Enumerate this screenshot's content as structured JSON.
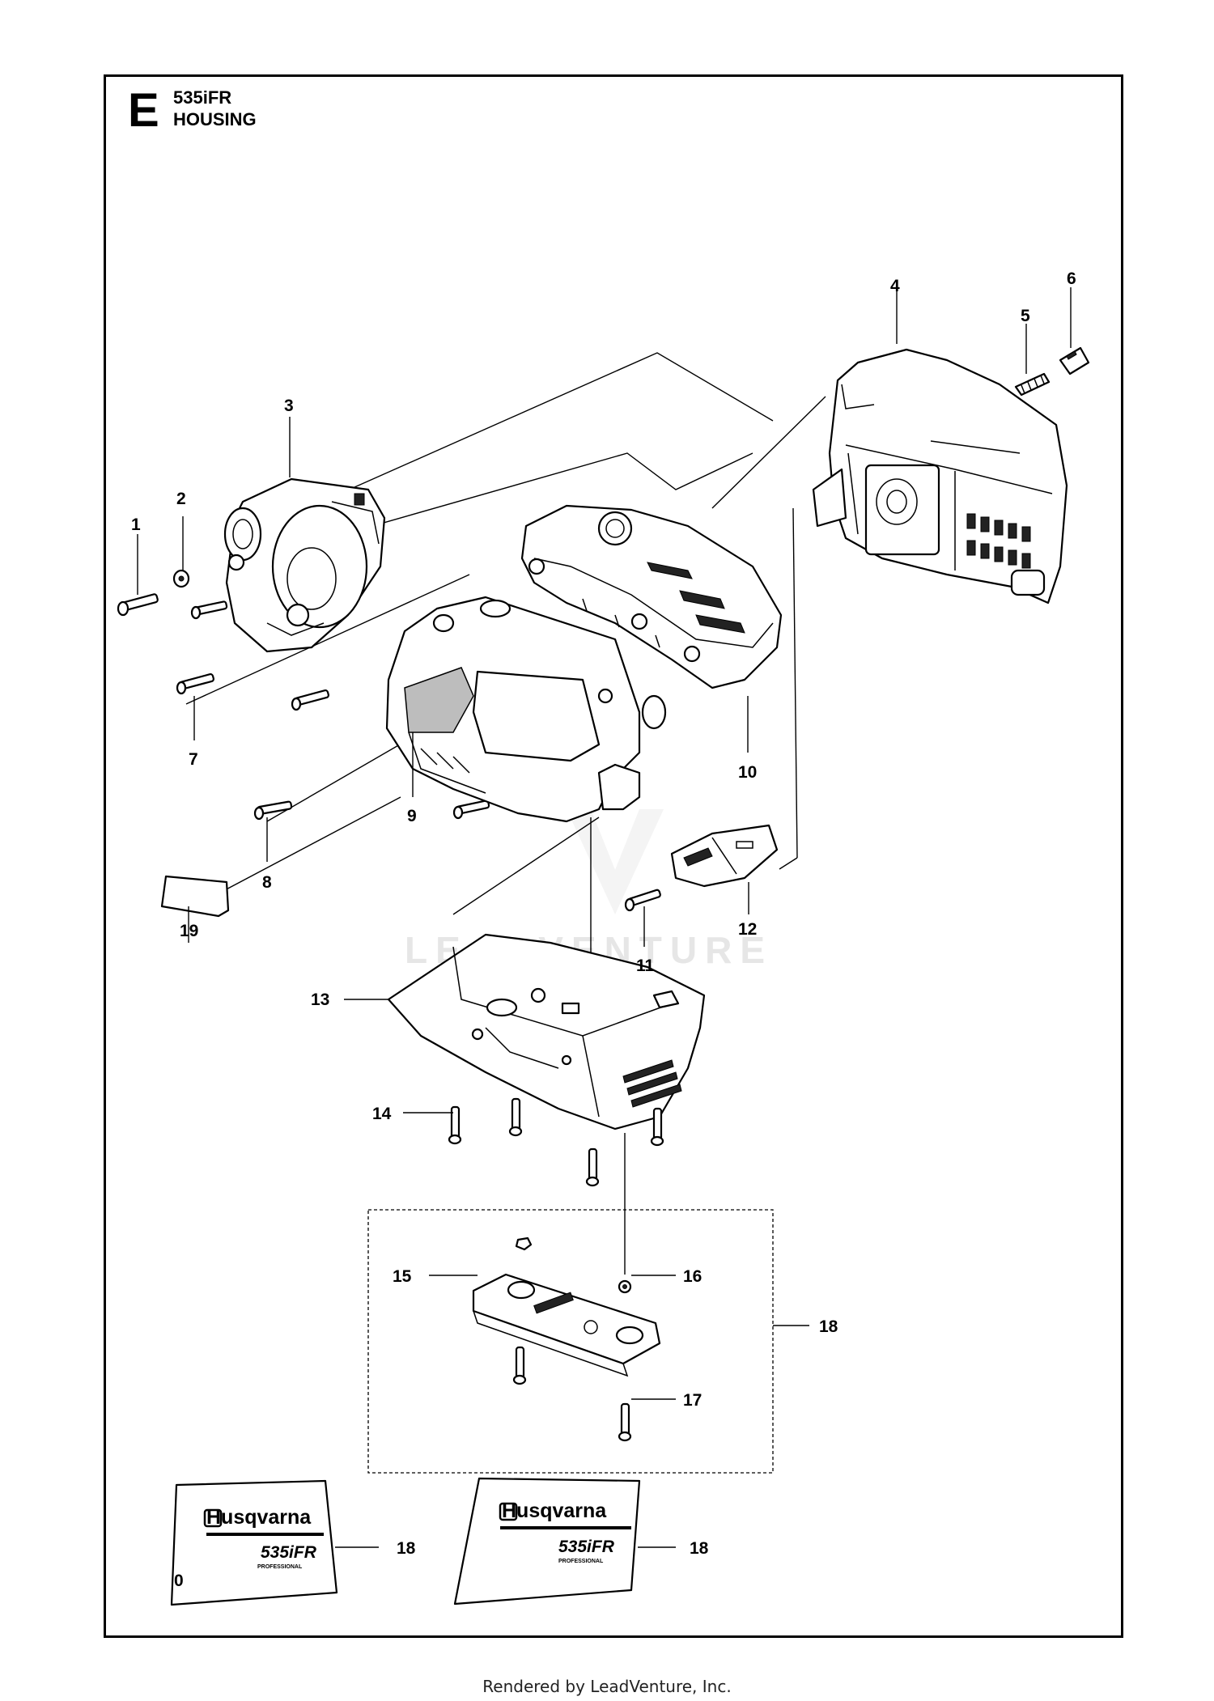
{
  "section_letter": "E",
  "title": {
    "model": "535iFR",
    "name": "HOUSING"
  },
  "watermark": "LEADVENTURE",
  "callouts": [
    "1",
    "2",
    "3",
    "4",
    "5",
    "6",
    "7",
    "8",
    "9",
    "10",
    "11",
    "12",
    "13",
    "14",
    "15",
    "16",
    "17",
    "18",
    "19",
    "18",
    "18"
  ],
  "decals": [
    {
      "brand": "Husqvarna",
      "model": "535iFR",
      "grade": "PROFESSIONAL",
      "mark": "0"
    },
    {
      "brand": "Husqvarna",
      "model": "535iFR",
      "grade": "PROFESSIONAL"
    }
  ],
  "footer": "Rendered by LeadVenture, Inc."
}
